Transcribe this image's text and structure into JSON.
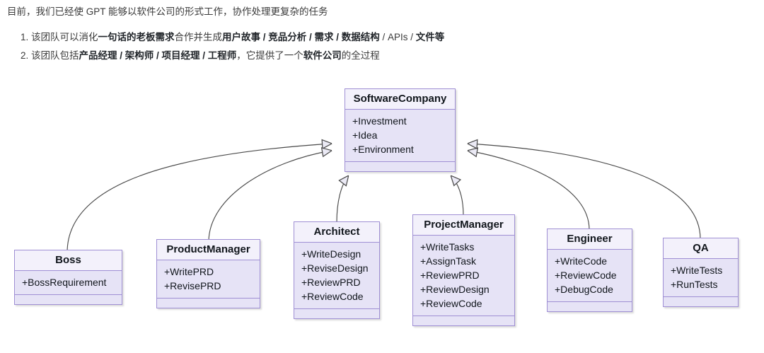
{
  "prose": {
    "intro": "目前，我们已经使 GPT 能够以软件公司的形式工作，协作处理更复杂的任务",
    "items": [
      {
        "segments": [
          {
            "text": "该团队可以消化",
            "bold": false
          },
          {
            "text": "一句话的老板需求",
            "bold": true
          },
          {
            "text": "合作并生成",
            "bold": false
          },
          {
            "text": "用户故事 / 竞品分析 / 需求 / 数据结构",
            "bold": true
          },
          {
            "text": " / APIs / ",
            "bold": false
          },
          {
            "text": "文件等",
            "bold": true
          }
        ]
      },
      {
        "segments": [
          {
            "text": "该团队包括",
            "bold": false
          },
          {
            "text": "产品经理 / 架构师 / 项目经理 / 工程师",
            "bold": true
          },
          {
            "text": "，它提供了一个",
            "bold": false
          },
          {
            "text": "软件公司",
            "bold": true
          },
          {
            "text": "的全过程",
            "bold": false
          }
        ]
      }
    ]
  },
  "diagram": {
    "type": "uml-class-diagram",
    "colors": {
      "box_border": "#9f8fd4",
      "box_header_fill": "#f3f1fb",
      "box_body_fill": "#e6e3f6",
      "edge_stroke": "#4a4a4a",
      "arrowhead_fill": "#ebeaf5"
    },
    "classes": [
      {
        "id": "softwarecompany",
        "name": "SoftwareCompany",
        "attributes": [
          "+Investment",
          "+Idea",
          "+Environment"
        ],
        "role": "base-class"
      },
      {
        "id": "boss",
        "name": "Boss",
        "attributes": [
          "+BossRequirement"
        ],
        "role": "subclass"
      },
      {
        "id": "productmanager",
        "name": "ProductManager",
        "attributes": [
          "+WritePRD",
          "+RevisePRD"
        ],
        "role": "subclass"
      },
      {
        "id": "architect",
        "name": "Architect",
        "attributes": [
          "+WriteDesign",
          "+ReviseDesign",
          "+ReviewPRD",
          "+ReviewCode"
        ],
        "role": "subclass"
      },
      {
        "id": "projectmanager",
        "name": "ProjectManager",
        "attributes": [
          "+WriteTasks",
          "+AssignTask",
          "+ReviewPRD",
          "+ReviewDesign",
          "+ReviewCode"
        ],
        "role": "subclass"
      },
      {
        "id": "engineer",
        "name": "Engineer",
        "attributes": [
          "+WriteCode",
          "+ReviewCode",
          "+DebugCode"
        ],
        "role": "subclass"
      },
      {
        "id": "qa",
        "name": "QA",
        "attributes": [
          "+WriteTests",
          "+RunTests"
        ],
        "role": "subclass"
      }
    ],
    "relations": [
      {
        "from": "boss",
        "to": "softwarecompany",
        "kind": "inheritance"
      },
      {
        "from": "productmanager",
        "to": "softwarecompany",
        "kind": "inheritance"
      },
      {
        "from": "architect",
        "to": "softwarecompany",
        "kind": "inheritance"
      },
      {
        "from": "projectmanager",
        "to": "softwarecompany",
        "kind": "inheritance"
      },
      {
        "from": "engineer",
        "to": "softwarecompany",
        "kind": "inheritance"
      },
      {
        "from": "qa",
        "to": "softwarecompany",
        "kind": "inheritance"
      }
    ]
  }
}
